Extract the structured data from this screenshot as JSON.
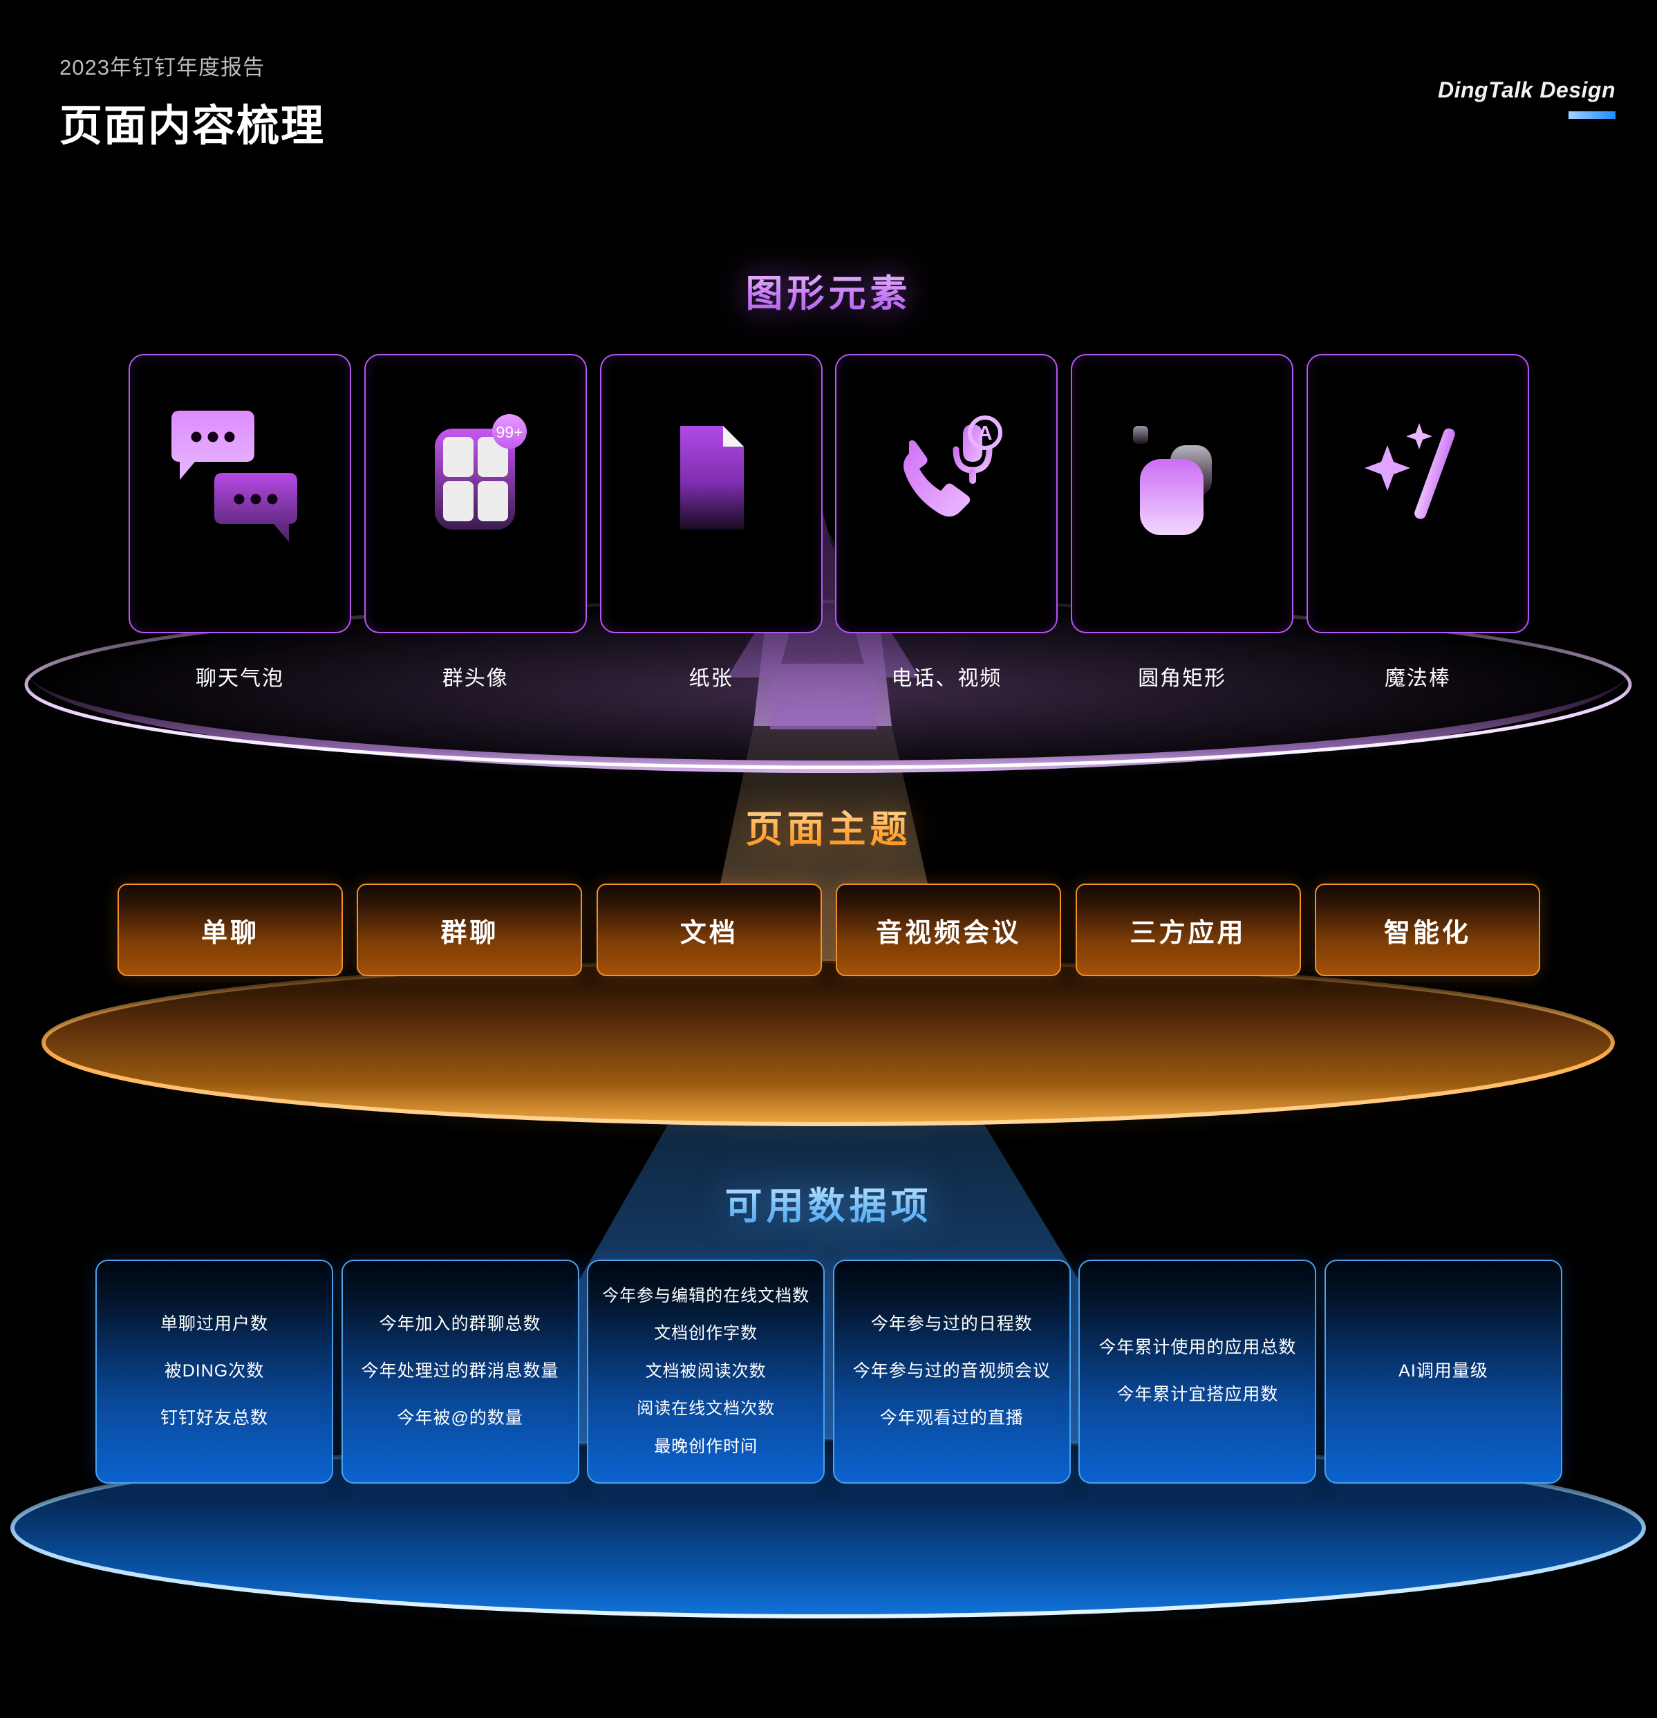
{
  "header": {
    "subtitle": "2023年钉钉年度报告",
    "title": "页面内容梳理",
    "brand": "DingTalk Design",
    "accent_blue": "#1f8cff"
  },
  "sections": {
    "graphics": {
      "title": "图形元素",
      "accent": "#c77bf6",
      "cards": [
        {
          "label": "聊天气泡",
          "icon": "chat-bubbles-icon"
        },
        {
          "label": "群头像",
          "icon": "group-avatar-icon",
          "badge": "99+"
        },
        {
          "label": "纸张",
          "icon": "paper-document-icon"
        },
        {
          "label": "电话、视频",
          "icon": "phone-microphone-icon"
        },
        {
          "label": "圆角矩形",
          "icon": "rounded-rect-icon"
        },
        {
          "label": "魔法棒",
          "icon": "magic-wand-icon"
        }
      ]
    },
    "themes": {
      "title": "页面主题",
      "accent": "#ffa93a",
      "buttons": [
        "单聊",
        "群聊",
        "文档",
        "音视频会议",
        "三方应用",
        "智能化"
      ]
    },
    "data_items": {
      "title": "可用数据项",
      "accent": "#74bdf8",
      "cards": [
        {
          "items": [
            "单聊过用户数",
            "被DING次数",
            "钉钉好友总数"
          ]
        },
        {
          "items": [
            "今年加入的群聊总数",
            "今年处理过的群消息数量",
            "今年被@的数量"
          ]
        },
        {
          "items": [
            "今年参与编辑的在线文档数",
            "文档创作字数",
            "文档被阅读次数",
            "阅读在线文档次数",
            "最晚创作时间"
          ]
        },
        {
          "items": [
            "今年参与过的日程数",
            "今年参与过的音视频会议",
            "今年观看过的直播"
          ]
        },
        {
          "items": [
            "今年累计使用的应用总数",
            "今年累计宜搭应用数"
          ]
        },
        {
          "items": [
            "AI调用量级"
          ]
        }
      ]
    }
  }
}
